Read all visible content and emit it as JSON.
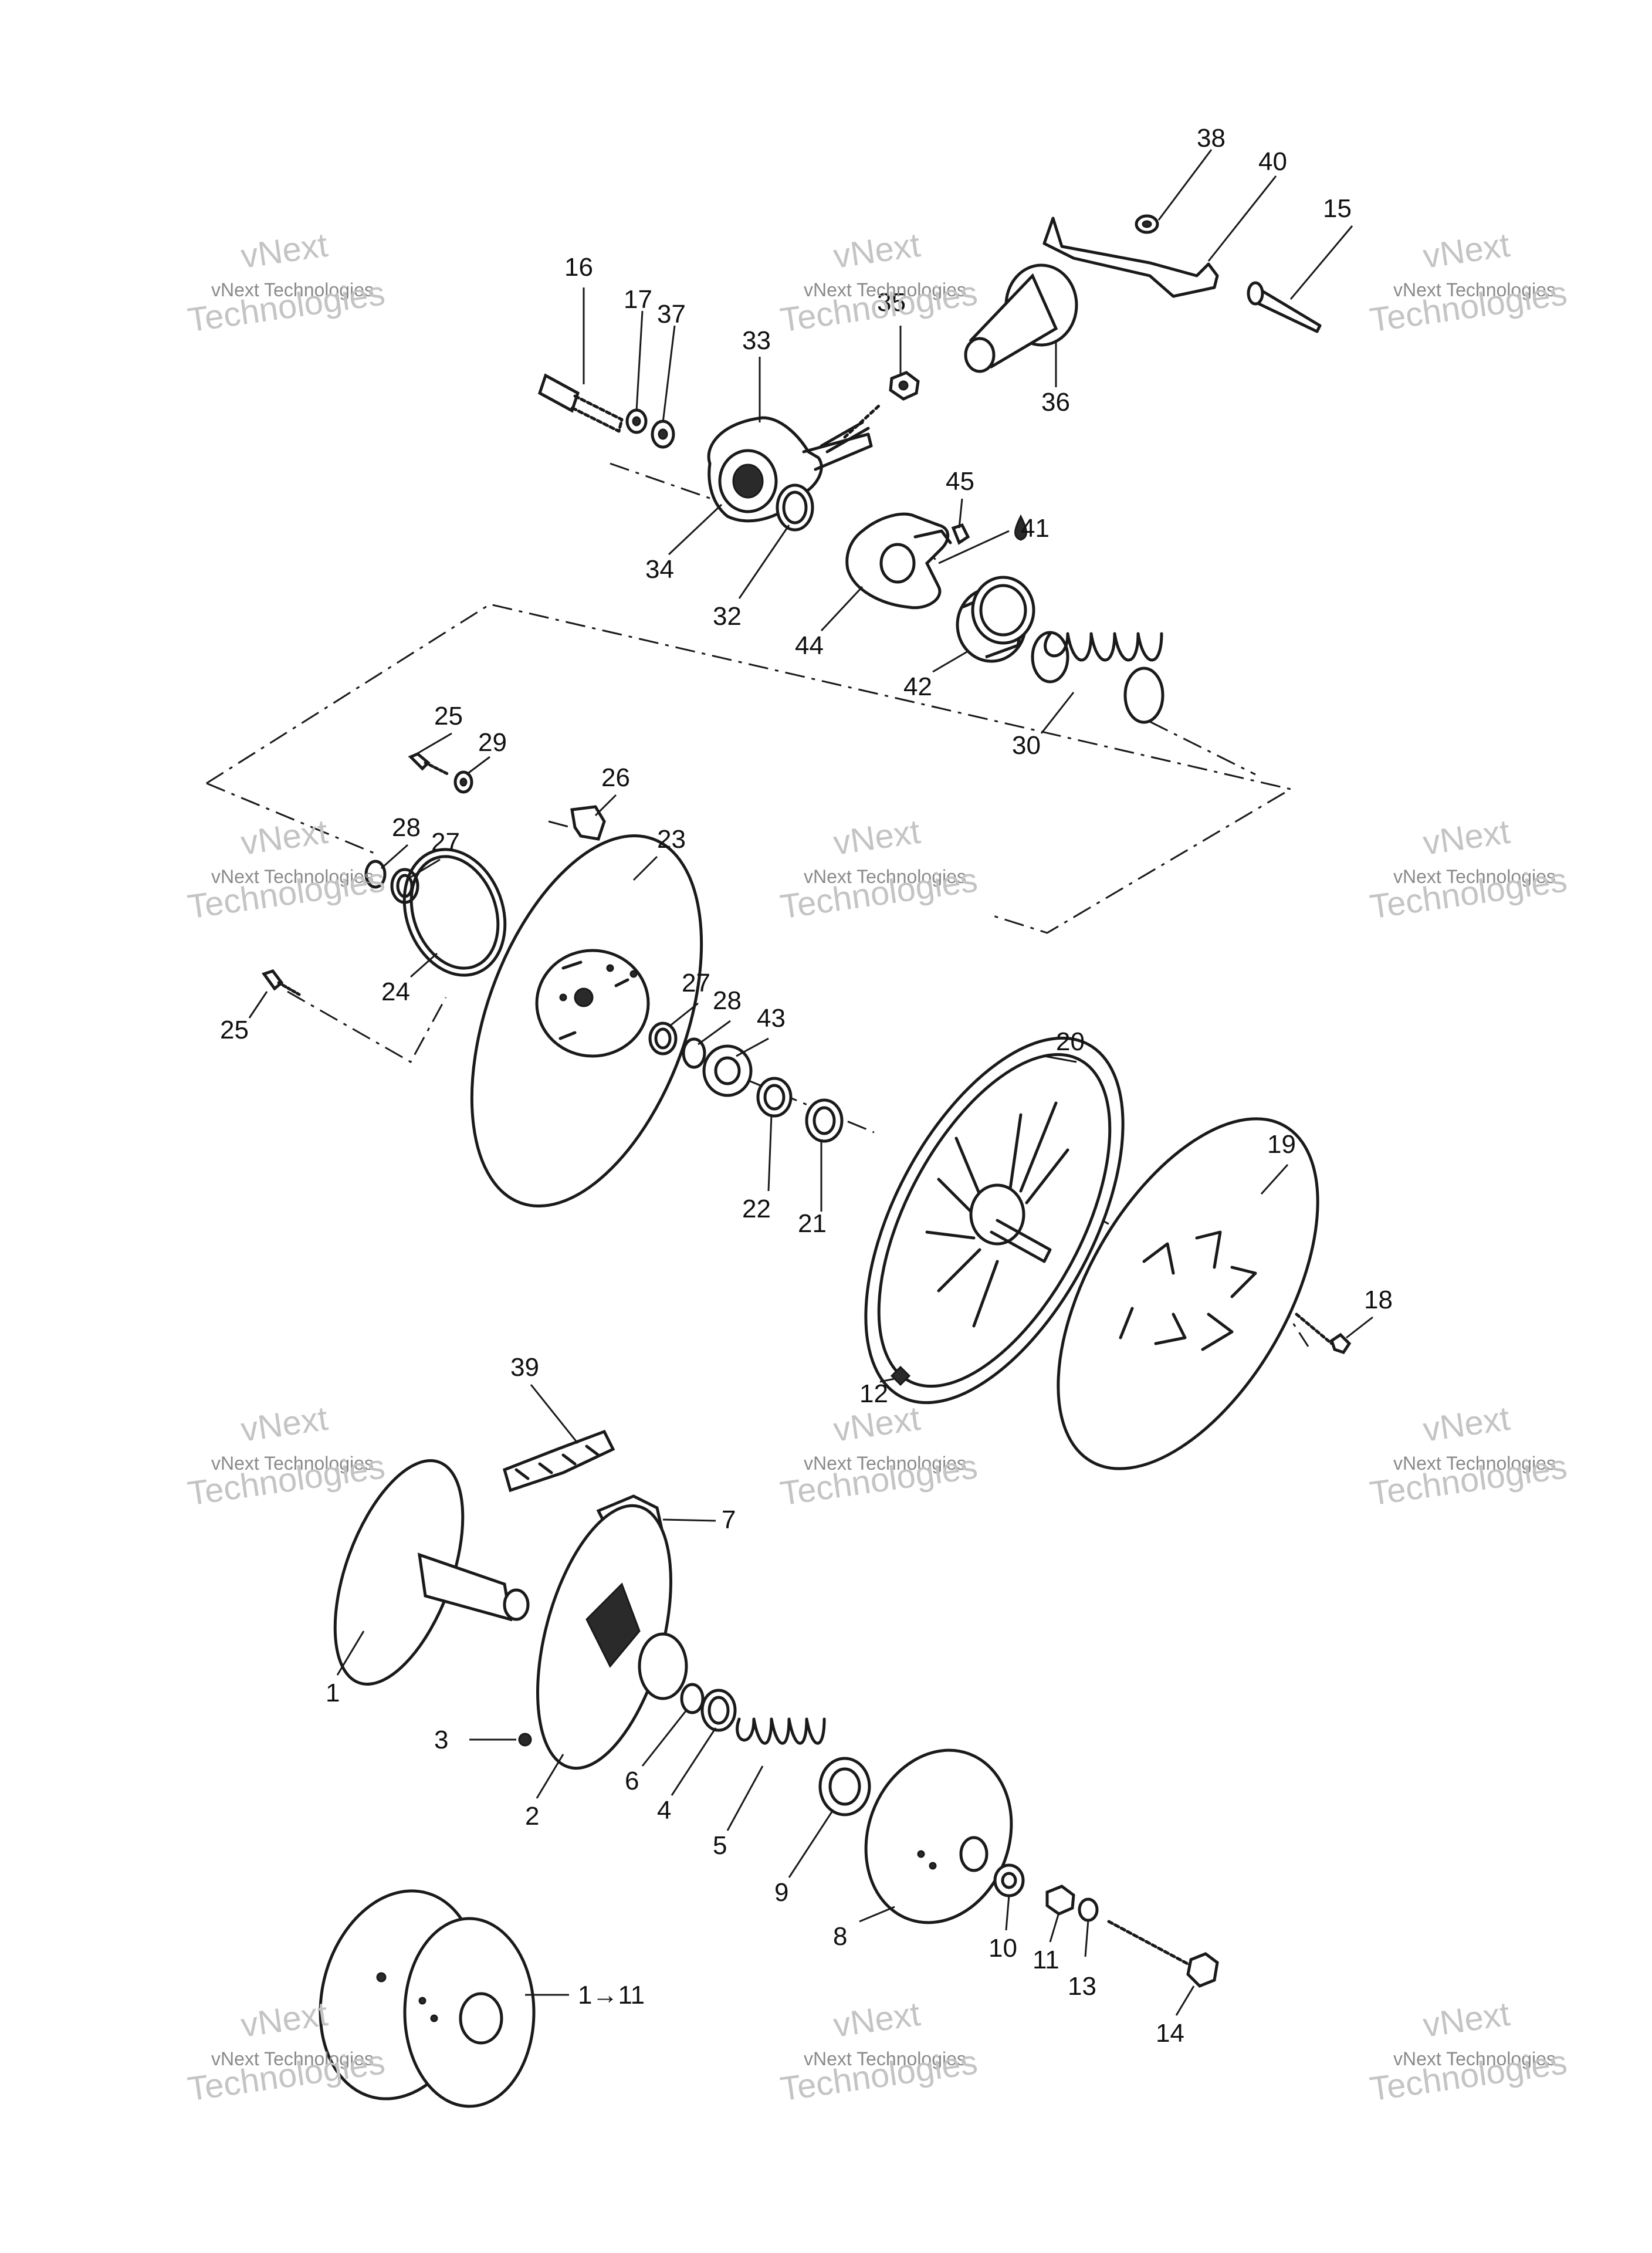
{
  "callouts": [
    "1",
    "2",
    "3",
    "4",
    "5",
    "6",
    "7",
    "8",
    "9",
    "10",
    "11",
    "12",
    "13",
    "14",
    "15",
    "16",
    "17",
    "18",
    "19",
    "20",
    "21",
    "22",
    "23",
    "24",
    "25",
    "25",
    "26",
    "27",
    "27",
    "28",
    "28",
    "29",
    "30",
    "32",
    "33",
    "34",
    "35",
    "36",
    "37",
    "38",
    "39",
    "40",
    "41",
    "42",
    "43",
    "44",
    "45",
    "1→11"
  ],
  "watermark": {
    "line1": "vNext Technologies",
    "line2": "vNext",
    "line3": "Technologies"
  },
  "colors": {
    "line": "#1a1a1a",
    "watermark": "#c4c4c4"
  }
}
